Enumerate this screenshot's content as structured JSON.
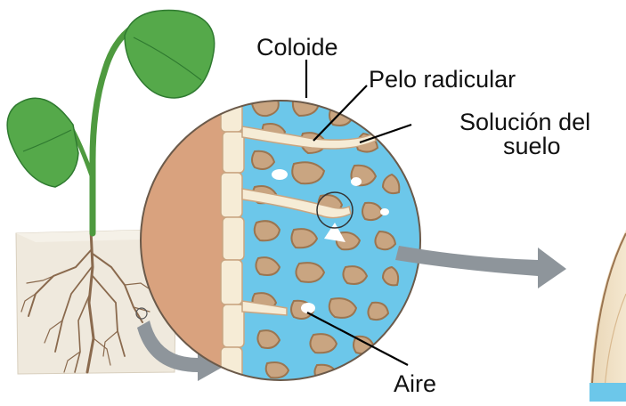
{
  "labels": {
    "colloid": "Coloide",
    "root_hair": "Pelo radicular",
    "soil_solution_line1": "Solución del",
    "soil_solution_line2": "suelo",
    "air": "Aire"
  },
  "colors": {
    "leaf": "#55a94a",
    "leaf_dark": "#2f7a30",
    "stem": "#4e9a3f",
    "soil": "#efe9dd",
    "root": "#8a6a4e",
    "root_tissue": "#d9a27e",
    "cell_wall": "#f6ecd6",
    "soil_water": "#6cc7ea",
    "particle": "#c9a581",
    "particle_edge": "#9b7550",
    "arrow": "#8e959b"
  }
}
